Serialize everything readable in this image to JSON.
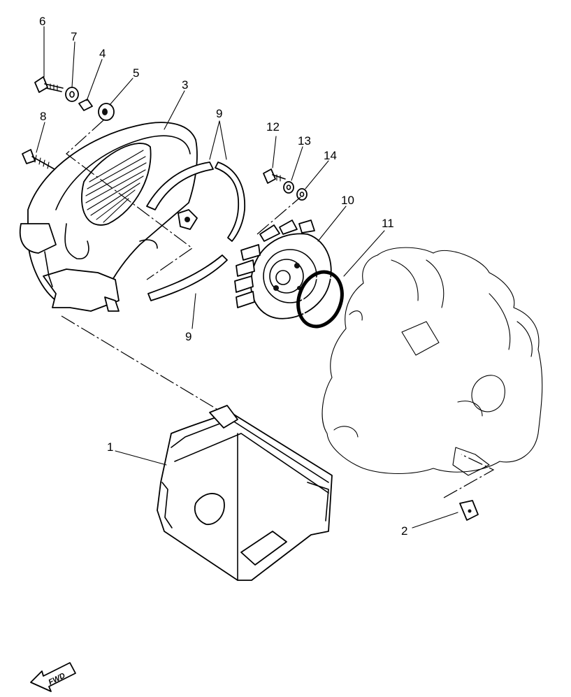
{
  "diagram": {
    "callouts": {
      "p1": "1",
      "p2": "2",
      "p3": "3",
      "p4": "4",
      "p5": "5",
      "p6": "6",
      "p7": "7",
      "p8": "8",
      "p9a": "9",
      "p9b": "9",
      "p10": "10",
      "p11": "11",
      "p12": "12",
      "p13": "13",
      "p14": "14"
    },
    "fwd_label": "FWD"
  }
}
